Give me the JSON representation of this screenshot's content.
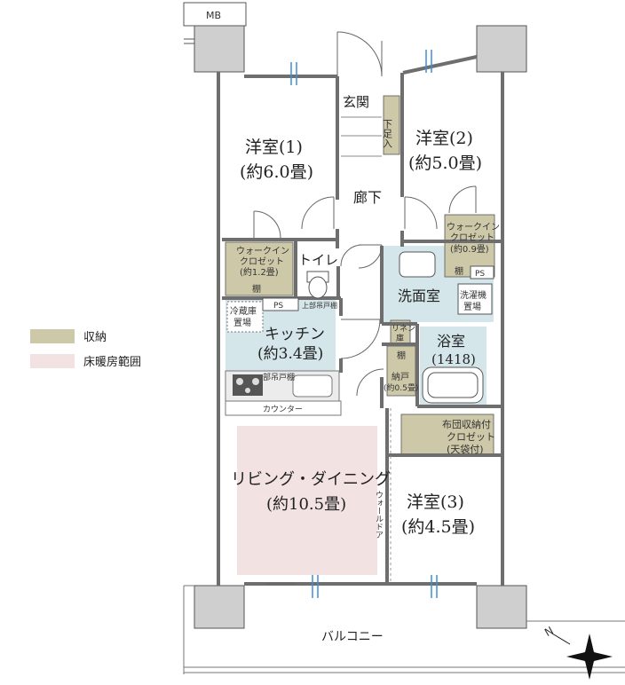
{
  "legend": {
    "storage": "収納",
    "floor_heating": "床暖房範囲"
  },
  "colors": {
    "storage": "#cdc8a8",
    "floor_heating": "#f3e2e2",
    "wet_area": "#d4e6ea",
    "wall": "#6e6e6e",
    "pillar": "#cfcfcf",
    "window_accent": "#3d8fd6"
  },
  "labels": {
    "mb": "MB",
    "entrance": "玄関",
    "shoe_storage": "下足入",
    "room1_name": "洋室(1)",
    "room1_size": "(約6.0畳)",
    "room2_name": "洋室(2)",
    "room2_size": "(約5.0畳)",
    "hallway": "廊下",
    "wic1_a": "ウォークイン",
    "wic1_b": "クロゼット",
    "wic1_c": "(約1.2畳)",
    "shelf1": "棚",
    "toilet": "トイレ",
    "ps1": "PS",
    "toilet_shelf": "上部吊戸棚",
    "wic2_a": "ウォークイン",
    "wic2_b": "クロゼット",
    "wic2_c": "(約0.9畳)",
    "shelf2": "棚",
    "ps2": "PS",
    "washroom": "洗面室",
    "washer_a": "洗濯機",
    "washer_b": "置場",
    "fridge_a": "冷蔵庫",
    "fridge_b": "置場",
    "kitchen_name": "キッチン",
    "kitchen_size": "(約3.4畳)",
    "cupboard": "部吊戸棚",
    "counter": "カウンター",
    "linen_a": "リネン",
    "linen_b": "庫",
    "bath_name": "浴室",
    "bath_size": "(1418)",
    "shelf3": "棚",
    "closet_a": "納戸",
    "closet_b": "(約0.5畳)",
    "futon_a": "布団収納付",
    "futon_b": "クロゼット",
    "futon_c": "(天袋付)",
    "living_name": "リビング・ダイニング",
    "living_size": "(約10.5畳)",
    "wall_door": "ウォールドア",
    "room3_name": "洋室(3)",
    "room3_size": "(約4.5畳)",
    "balcony": "バルコニー",
    "north": "N"
  }
}
